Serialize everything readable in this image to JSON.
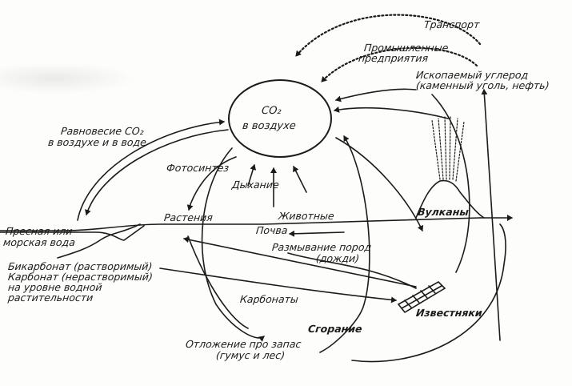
{
  "labels": {
    "co2_line1": "CO₂",
    "co2_line2": "в воздухе",
    "transport": "Транспорт",
    "industry_line1": "Промышленные",
    "industry_line2": "предприятия",
    "fossil_line1": "Ископаемый углерод",
    "fossil_line2": "(каменный уголь, нефть)",
    "equilibrium_line1": "Равновесие CO₂",
    "equilibrium_line2": "в воздухе и в воде",
    "photosynthesis": "Фотосинтез",
    "respiration": "Дыхание",
    "plants": "Растения",
    "animals": "Животные",
    "volcanoes": "Вулканы",
    "water_line1": "Пресная или",
    "water_line2": "морская вода",
    "soil": "Почва",
    "erosion_line1": "Размывание пород",
    "erosion_line2": "(дожди)",
    "bicarb_line1": "Бикарбонат (растворимый)",
    "bicarb_line2": "Карбонат (нерастворимый)",
    "bicarb_line3": "на уровне водной",
    "bicarb_line4": "растительности",
    "carbonates": "Карбонаты",
    "limestone": "Известняки",
    "burning": "Сгорание",
    "deposit_line1": "Отложение про запас",
    "deposit_line2": "(гумус и лес)"
  },
  "colors": {
    "ink": "#1b1b1b",
    "paper": "#fdfdfb"
  }
}
